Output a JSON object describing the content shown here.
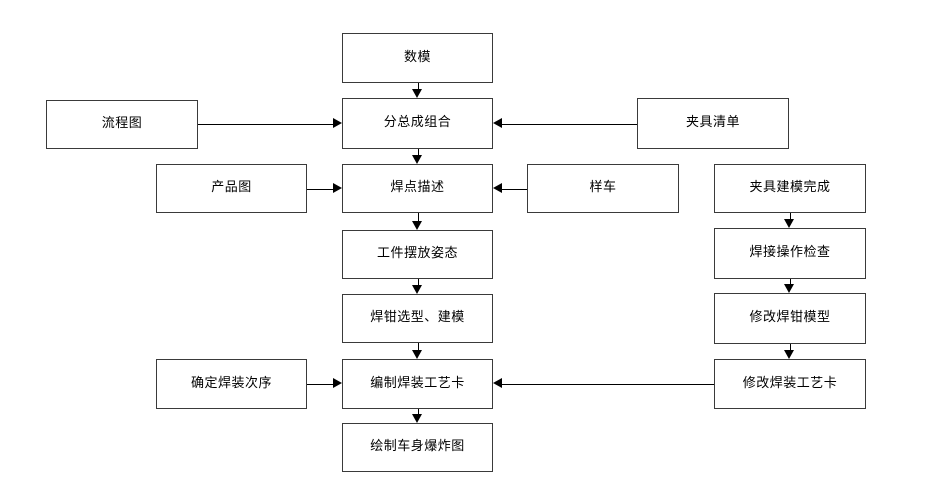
{
  "diagram": {
    "title": "",
    "background_color": "#ffffff",
    "line_color": "#000000",
    "box_border_color": "#3a3a3a",
    "nodes": {
      "shumo": "数模",
      "fenzongcheng_zuhe": "分总成组合",
      "handian_miaoshu": "焊点描述",
      "gongjian_baifang_zitai": "工件摆放姿态",
      "hanqian_xuanxing_jianmo": "焊钳选型、建模",
      "bianzhi_hanzhuang_gongyika": "编制焊装工艺卡",
      "huizhi_cheshen_baozhatu": "绘制车身爆炸图",
      "liuchengtu": "流程图",
      "chanpintu": "产品图",
      "queding_hanzhuang_cixu": "确定焊装次序",
      "jiaju_qingdan": "夹具清单",
      "yangche": "样车",
      "jiaju_jianmo_wancheng": "夹具建模完成",
      "hanjie_caozuo_jiancha": "焊接操作检查",
      "xiugai_hanqian_moxing": "修改焊钳模型",
      "xiugai_hanzhuang_gongyika": "修改焊装工艺卡"
    },
    "edges": [
      {
        "from": "数模",
        "to": "分总成组合",
        "direction": "down"
      },
      {
        "from": "分总成组合",
        "to": "焊点描述",
        "direction": "down"
      },
      {
        "from": "焊点描述",
        "to": "工件摆放姿态",
        "direction": "down"
      },
      {
        "from": "工件摆放姿态",
        "to": "焊钳选型、建模",
        "direction": "down"
      },
      {
        "from": "焊钳选型、建模",
        "to": "编制焊装工艺卡",
        "direction": "down"
      },
      {
        "from": "编制焊装工艺卡",
        "to": "绘制车身爆炸图",
        "direction": "down"
      },
      {
        "from": "流程图",
        "to": "分总成组合",
        "direction": "right"
      },
      {
        "from": "夹具清单",
        "to": "分总成组合",
        "direction": "left"
      },
      {
        "from": "产品图",
        "to": "焊点描述",
        "direction": "right"
      },
      {
        "from": "样车",
        "to": "焊点描述",
        "direction": "left"
      },
      {
        "from": "确定焊装次序",
        "to": "编制焊装工艺卡",
        "direction": "right"
      },
      {
        "from": "修改焊装工艺卡",
        "to": "编制焊装工艺卡",
        "direction": "left"
      },
      {
        "from": "夹具建模完成",
        "to": "焊接操作检查",
        "direction": "down"
      },
      {
        "from": "焊接操作检查",
        "to": "修改焊钳模型",
        "direction": "down"
      },
      {
        "from": "修改焊钳模型",
        "to": "修改焊装工艺卡",
        "direction": "down"
      }
    ]
  }
}
